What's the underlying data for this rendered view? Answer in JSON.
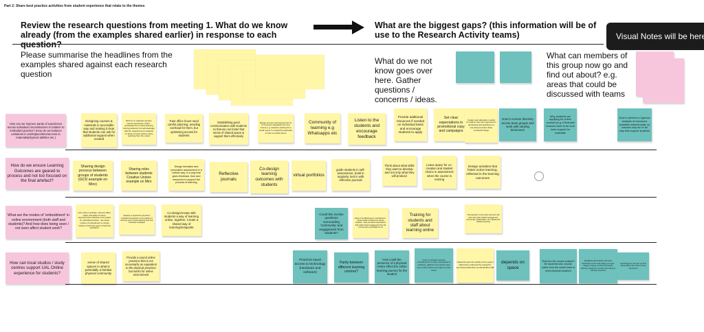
{
  "part_label": "Part 2: Share best practice activities from student experience that relate to the themes",
  "left_heading": "Review the research questions from meeting 1. What do we know already (from the examples shared earlier) in response to each question?",
  "right_heading": "What are the biggest gaps? (this information will be of use to the Research Activity teams)",
  "banner": "Visual Notes will be here",
  "summarise_prompt": "Please summarise the headlines from the examples shared against each research question",
  "gaps_prompt": "What do we not know goes over here. Gather questions / concerns / ideas.",
  "find_out_prompt": "What can members of this group now go and find out about? e.g. areas that could be discussed with teams",
  "colors": {
    "yellow": "#fff6a8",
    "pink": "#f7c6dd",
    "teal": "#6ec1bd"
  },
  "rows": [
    {
      "question": "How can we improve parity of experience across individual circumstances in relation to embodied practice? (How do we balance variations in workspace/time/access to materials/physical abilities etc.)",
      "notes": [
        "Designing courses & materials in accessible way and making it clear that students can ask for additional support when needed",
        "Both try to replicate campus course experience online - workshops from online learning during pandemic but acknowledge that the experience for students on these courses will be online teaching from the outset",
        "Tutor office hours need careful planning; avoiding overload for them, but optimising access for students",
        "Establishing good communication with students so that we can foster that sense of shared space & support them effectively",
        "Design surveys and assessment to fit minimum standards from the course e.g. students working from small rooms in crowded households or from a mobile phone",
        "Community of learning e.g Whatsapps etc",
        "Listen to the students and encourage feedback",
        "Provide additional resources if needed on individual basis and encourage students to apply",
        "Set clear expectations in promotional copy and campaigns",
        "Create work allocation models for staff so they feel supported in developing and teaching in a way that promotes these wonderful things",
        "How to ensure diversity across team groups and work with varying timezones",
        "Why students are applying for online courses (e.g. if financial reasons need to be sure have support for materials",
        "How to perform a rigorous analysis of resources available online/locally, so courses only run in an way that support students"
      ]
    },
    {
      "question": "How do we ensure Learning Outcomes are geared to process and not too focused on the final artefact?",
      "notes": [
        "Sharing design process between groups of students (GCD example on Miro)",
        "Sharing roles between students Creative Unions example on Miro",
        "Design formative and summative assessment in a holistic way, in a way that gives feedback, time and resources to support the process of learning",
        "Reflective journals",
        "Co-design learning outcomes with students",
        "virtual portfolios",
        "guide students in self-assessment, build in regularly, tied in with reflective journals",
        "Think about what skills they want to develop and not only what they will produce",
        "Leave space for co-creation and student choice in assessment when the course is running",
        "Design activities that foster active learning, reflected in the learning outcomes"
      ]
    },
    {
      "question": "What are the modes of 'embodiment' in online environment (both staff and students)? And how does being seen / not seen affect student work?",
      "notes": [
        "Link online meetings, campus office, chats, discussion forums, asynchronous activities more space on individual practice - are these modes of embodiment or simply modes of learning types of learning activities?",
        "Capacity to experience physical or embodied connections in the practice of learning, and of online learning tools and interaction strategies",
        "Co-design/create with students a way of learning online, together. Create a shared way of learning/netiquette",
        "Could this involve questions surrounding 'community' and engagement from students?",
        "Likely to be differences in 'embodiment' - varies student preferences across students - have we about expectations that might impact engagement from all but are also comfortable for all",
        "Training for students and staff about learning online",
        "This question is too broad, and we're still now many other related (engagement, community, Collaboration, etc.) Specify the distance learning"
      ]
    },
    {
      "question": "How can local studios / study centres support UAL Online experience for students?",
      "notes": [
        "sense of shared spaces in what is potentially a familiar physical community",
        "Provide a sound online provision that is not necessarily an equivalent to the physical provision but works for online environment",
        "Practical equal access to technology (hardware and software)",
        "Parity between different learning centres?",
        "How could the presence of a physical centre effect the online learning journey for the student",
        "Costs of students access embodiments to other universities & institutes, galleries & museums (the ties in with mission and value of UAL online",
        "it depends upon the quality of the support offered (as evidenced by research): https://www.tandfonline.com/doi/full/10.1080/",
        "depends on space",
        "Test-trim the course subject? Be students who choose online from the outset want or need physical locations",
        "Establish partnerships with local studios/PL at the early stage of course design to figure out the local studio offering, design the courses according to existing resources",
        "Interesting but not sure yet how these affects the online course experience"
      ]
    }
  ]
}
